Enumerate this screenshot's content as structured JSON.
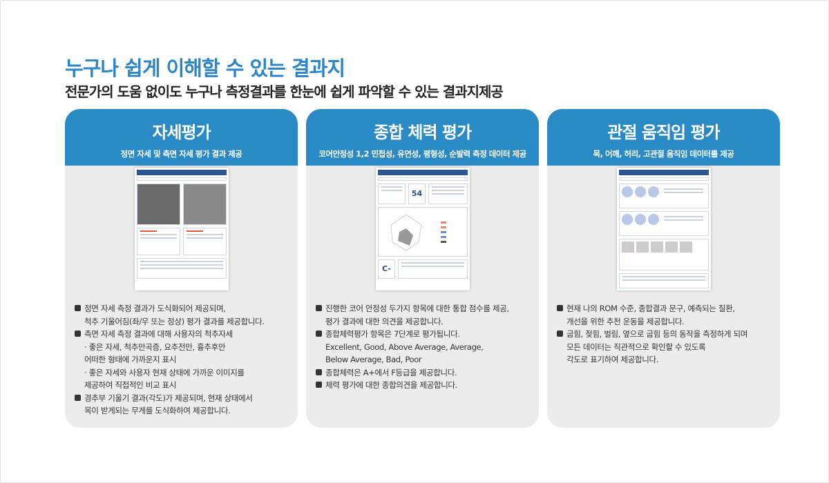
{
  "title": "누구나 쉽게 이해할 수 있는 결과지",
  "subtitle": "전문가의 도움 없이도 누구나 측정결과를 한눈에 쉽게 파악할 수 있는 결과지제공",
  "cards": [
    {
      "title": "자세평가",
      "sub": "정면 자세 및 측면 자세 평가 결과 제공",
      "items": [
        {
          "type": "b",
          "text": "정면 자세 측정 결과가 도식화되어 제공되며,\n척추 기울어짐(좌/우 또는 정상) 평가 결과를 제공합니다."
        },
        {
          "type": "b",
          "text": "측면 자세 측정 결과에 대해 사용자의 척추자세"
        },
        {
          "type": "d",
          "text": "· 좋은 자세, 척추만곡증, 요추전만, 흉추후만\n  어떠한 형태에 가까운지 표시"
        },
        {
          "type": "d",
          "text": "· 좋은 자세와 사용자 현재 상태에 가까운 이미지를\n  제공하여 직접적인 비교 표시"
        },
        {
          "type": "b",
          "text": "경추부 기울기 결과(각도)가 제공되며, 현재 상태에서\n목이 받게되는 무게를 도식화하여 제공합니다."
        }
      ]
    },
    {
      "title": "종합 체력 평가",
      "sub": "코어안정성 1,2 민첩성, 유연성, 평형성, 순발력 측정 데이터 제공",
      "score": "54",
      "grade": "C-",
      "items": [
        {
          "type": "b",
          "text": "진행한 코어 안정성 두가지 항목에 대한 통합 점수를 제공,\n평가 결과에 대한 의견을 제공합니다."
        },
        {
          "type": "b",
          "text": "종합체력평가 항목은 7단계로 평가됩니다.\nExcellent, Good, Above Average, Average,\nBelow Average, Bad, Poor"
        },
        {
          "type": "b",
          "text": "종합체력은 A+에서 F등급을 제공합니다."
        },
        {
          "type": "b",
          "text": "체력 평가에 대한 종합의견을 제공합니다."
        }
      ]
    },
    {
      "title": "관절 움직임 평가",
      "sub": "목, 어깨, 허리, 고관절 움직임 데이터를 제공",
      "items": [
        {
          "type": "b",
          "text": "현재 나의 ROM 수준, 종합결과 문구, 예측되는 질환,\n개선을 위한 추천 운동을 제공합니다."
        },
        {
          "type": "b",
          "text": "굽힘, 젖힘, 벌림, 옆으로 굽힘 등의 동작을 측정하게 되며\n모든 데이터는 직관적으로 확인할 수 있도록\n각도로 표기하여 제공합니다."
        }
      ]
    }
  ]
}
